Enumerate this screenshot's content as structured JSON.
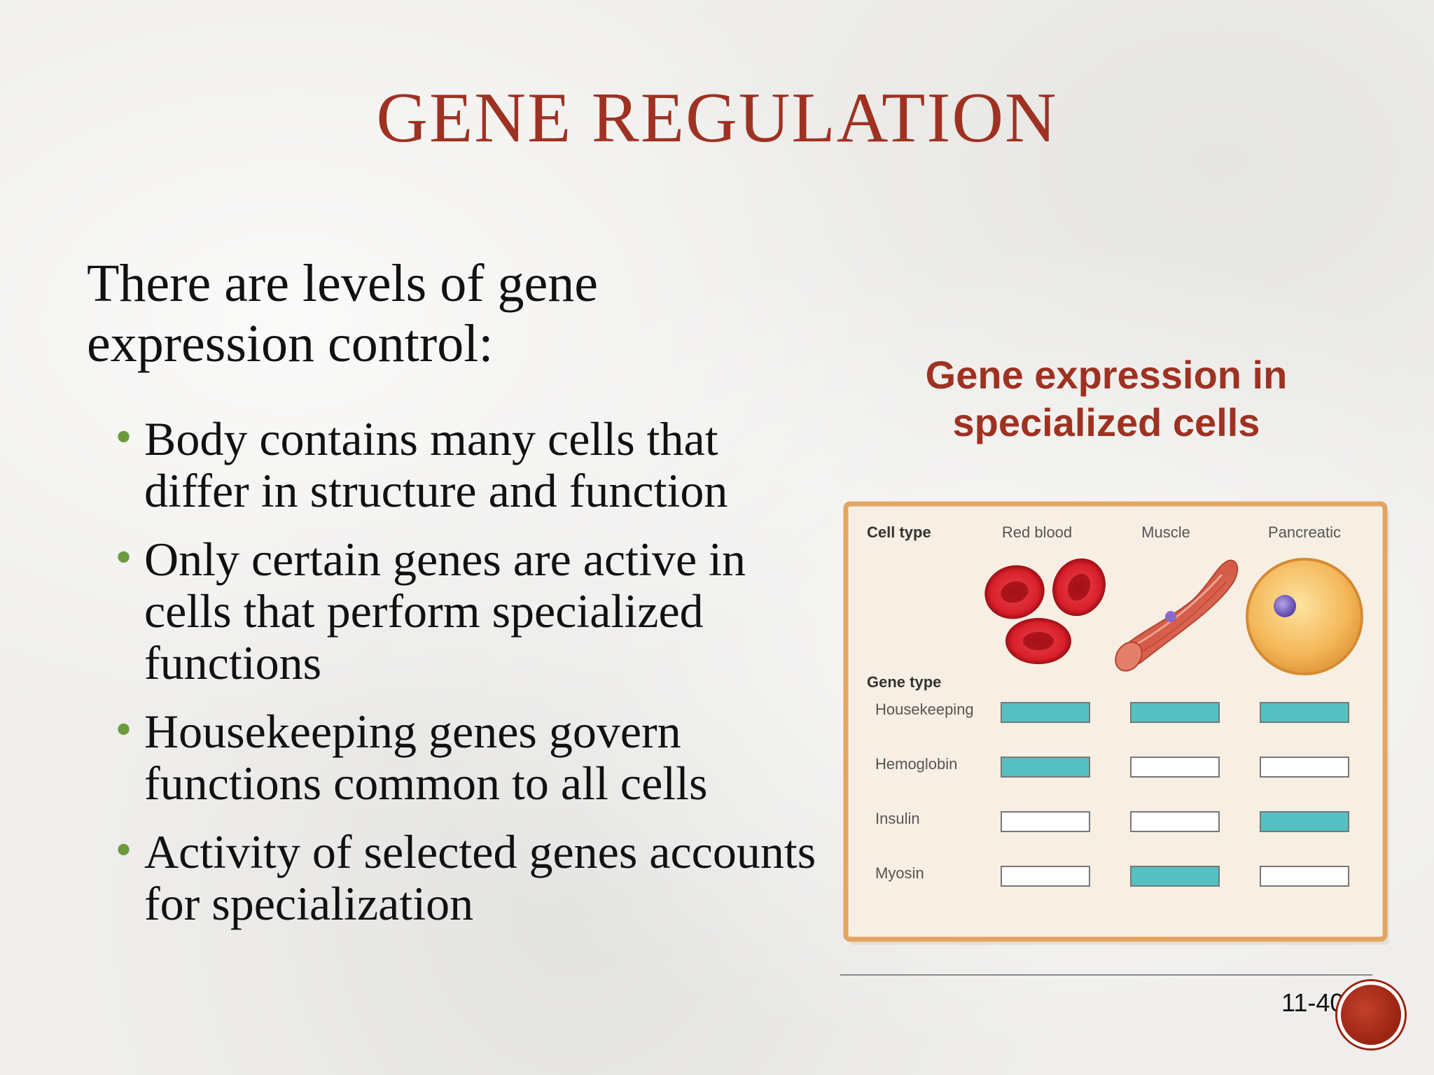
{
  "slide": {
    "title": "GENE REGULATION",
    "intro": "There are levels of gene expression control:",
    "bullets": [
      "Body contains many cells that differ in structure and function",
      "Only certain genes are active in cells that perform specialized functions",
      "Housekeeping genes govern functions common to all cells",
      "Activity of selected genes accounts for specialization"
    ],
    "figure_caption": "Gene expression in specialized cells",
    "slide_number": "11-40"
  },
  "figure": {
    "cell_type_label": "Cell type",
    "cell_types": [
      "Red blood",
      "Muscle",
      "Pancreatic"
    ],
    "gene_type_label": "Gene type",
    "genes": [
      {
        "name": "Housekeeping",
        "active": [
          true,
          true,
          true
        ]
      },
      {
        "name": "Hemoglobin",
        "active": [
          true,
          false,
          false
        ]
      },
      {
        "name": "Insulin",
        "active": [
          false,
          false,
          true
        ]
      },
      {
        "name": "Myosin",
        "active": [
          false,
          true,
          false
        ]
      }
    ],
    "colors": {
      "active": "#55c0c2",
      "inactive": "#ffffff",
      "frame": "#e3a561",
      "panel": "#f7efe3",
      "accent": "#9e3222"
    }
  }
}
